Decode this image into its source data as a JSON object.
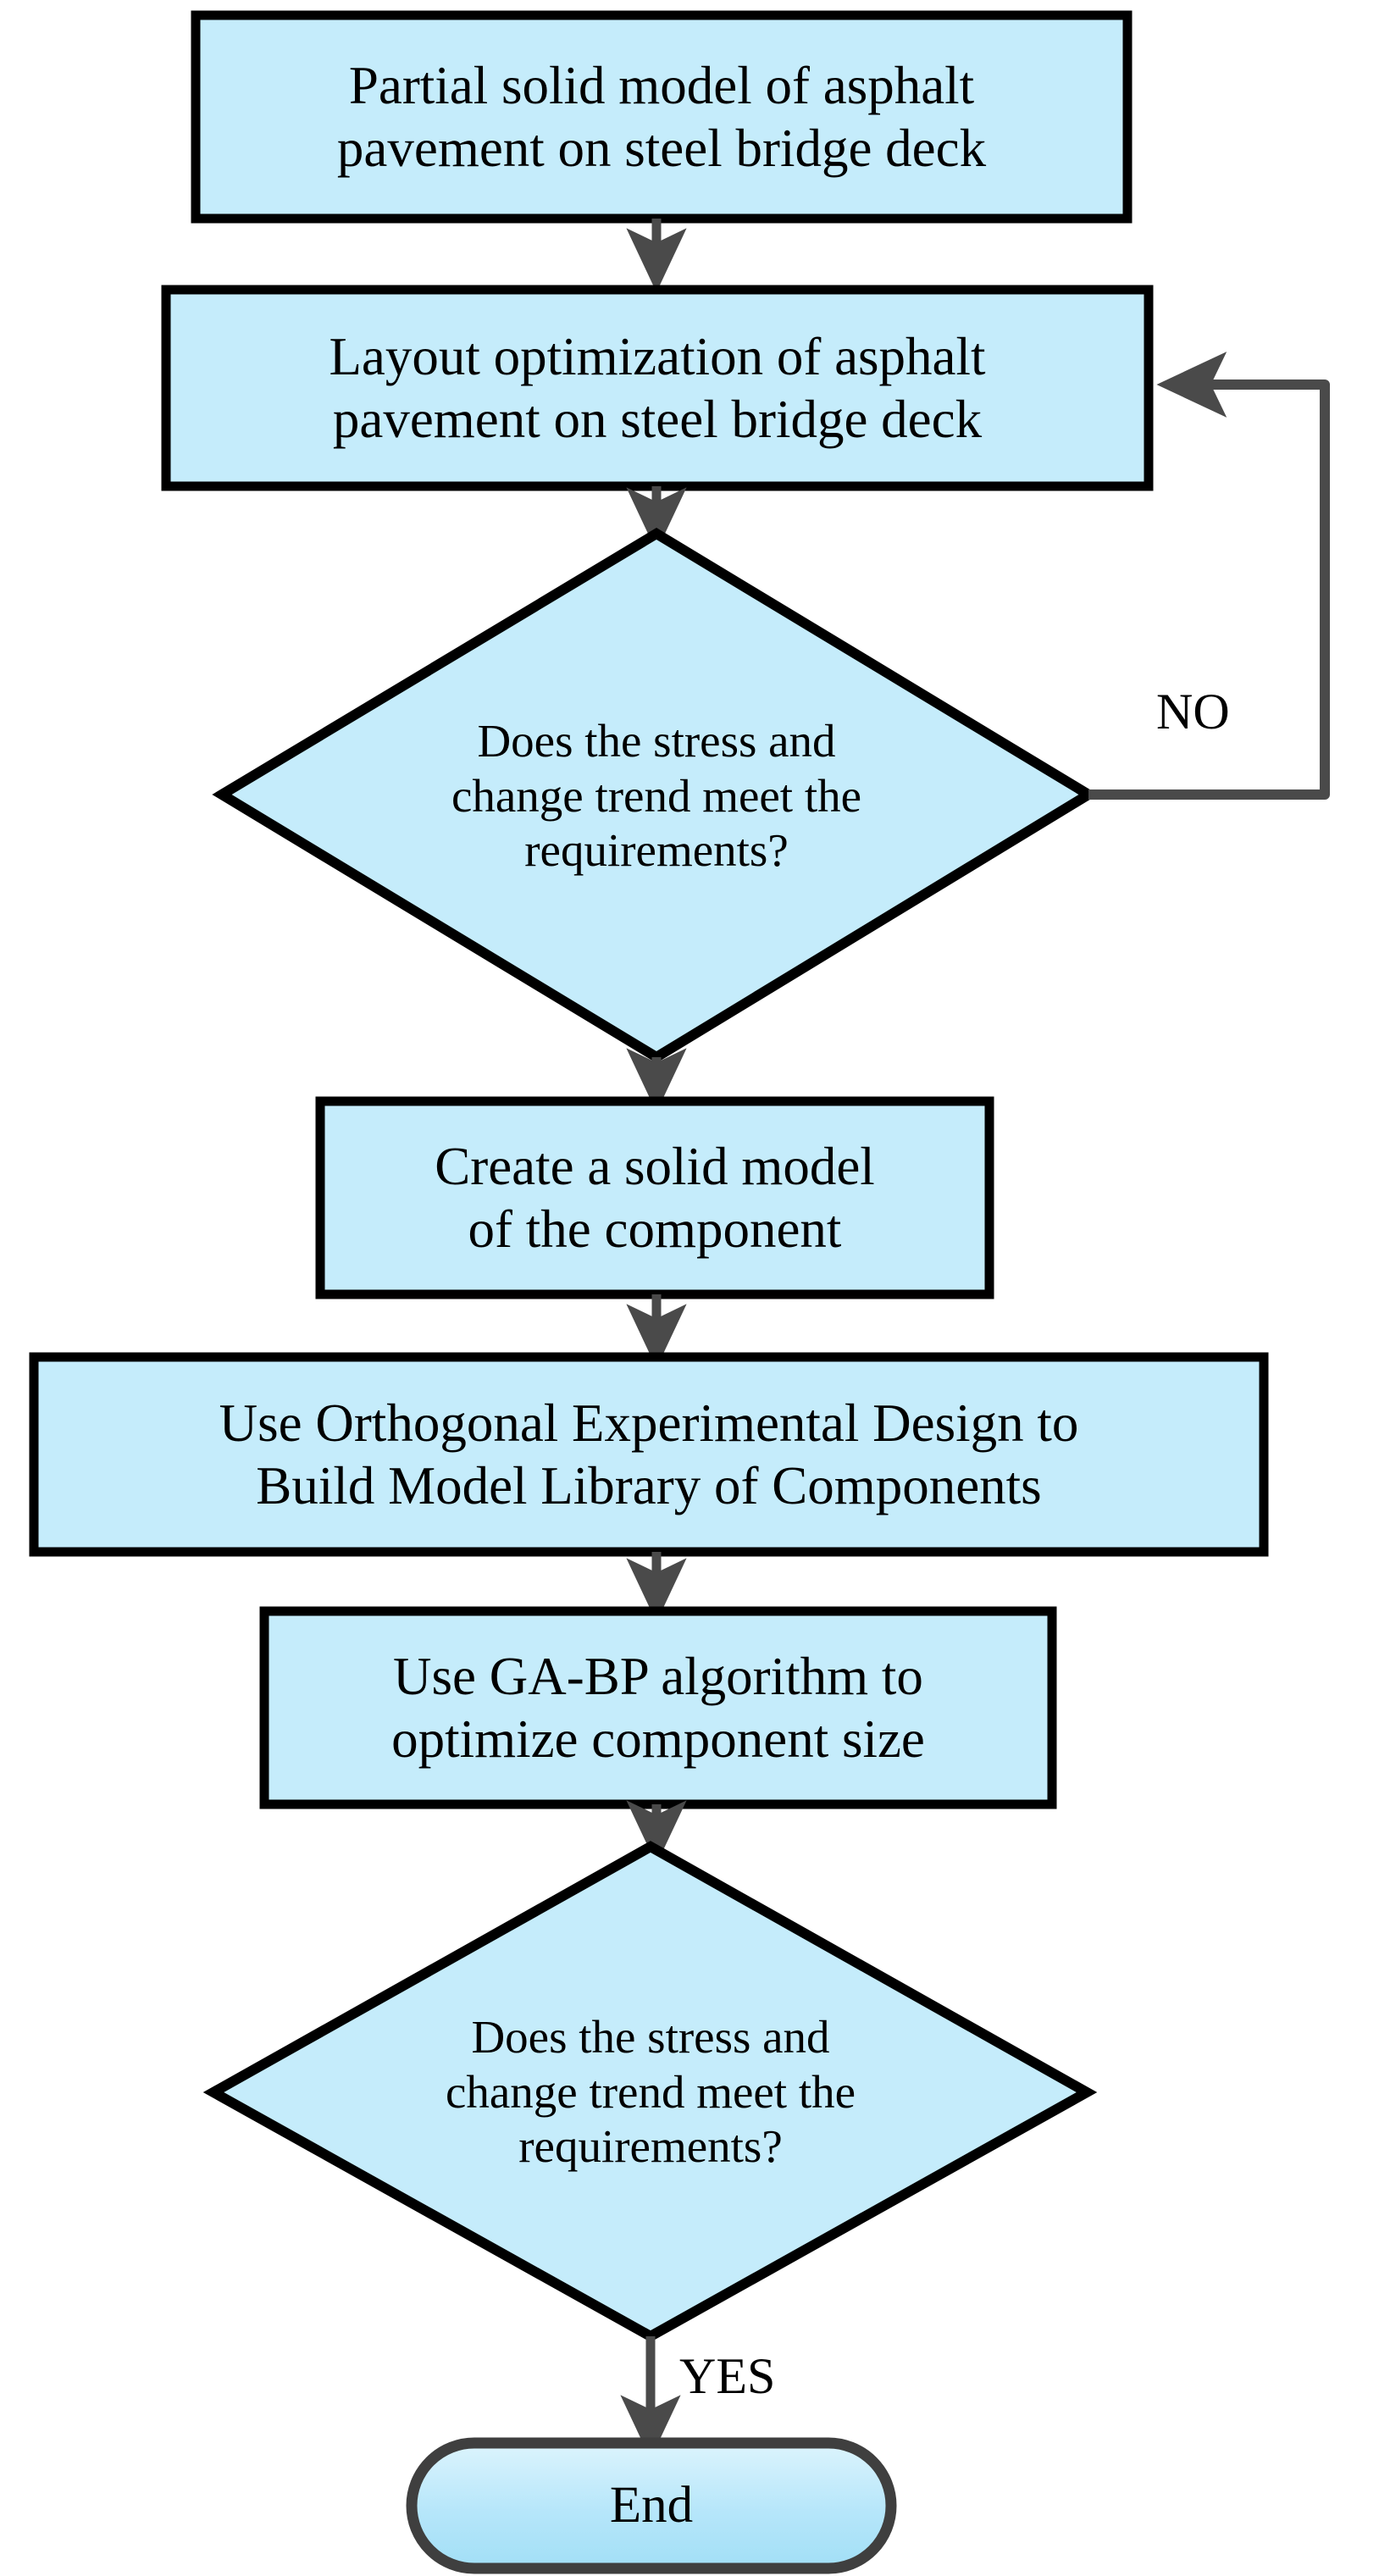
{
  "diagram": {
    "type": "flowchart",
    "title": "Asphalt pavement on steel bridge deck optimization workflow",
    "orientation": "top-to-bottom",
    "colors": {
      "node_fill": "#c5ecfb",
      "node_stroke": "#000000",
      "terminator_fill_top": "#d5f2fd",
      "terminator_fill_bottom": "#a8e1f7",
      "terminator_stroke": "#3f3f3f",
      "edge_color": "#4a4a4a",
      "text_color": "#000000",
      "background": "#ffffff"
    },
    "nodes": [
      {
        "id": "partial-solid-model",
        "shape": "process",
        "lines": [
          "Partial solid model of asphalt",
          "pavement on steel bridge deck"
        ],
        "text": "Partial solid model of asphalt\npavement on steel bridge deck"
      },
      {
        "id": "layout-optimization",
        "shape": "process",
        "lines": [
          "Layout optimization of asphalt",
          "pavement on steel bridge deck"
        ],
        "text": "Layout optimization of asphalt\npavement on steel bridge deck"
      },
      {
        "id": "decision-stress-1",
        "shape": "decision",
        "lines": [
          "Does the stress and",
          "change trend meet the",
          "requirements?"
        ],
        "text": "Does the stress and\nchange trend meet the\nrequirements?"
      },
      {
        "id": "create-solid-model",
        "shape": "process",
        "lines": [
          "Create a solid model",
          "of the component"
        ],
        "text": "Create a solid model\nof the component"
      },
      {
        "id": "orthogonal-experimental-design",
        "shape": "process",
        "lines": [
          "Use Orthogonal Experimental Design to",
          "Build Model Library of Components"
        ],
        "text": "Use Orthogonal Experimental Design to\nBuild Model Library of Components"
      },
      {
        "id": "ga-bp-algorithm",
        "shape": "process",
        "lines": [
          "Use GA-BP algorithm to",
          "optimize component size"
        ],
        "text": "Use GA-BP algorithm to\noptimize component size"
      },
      {
        "id": "decision-stress-2",
        "shape": "decision",
        "lines": [
          "Does the stress and",
          "change trend meet the",
          "requirements?"
        ],
        "text": "Does the stress and\nchange trend meet the\nrequirements?"
      },
      {
        "id": "end",
        "shape": "terminator",
        "lines": [
          "End"
        ],
        "text": "End"
      }
    ],
    "edge_labels": {
      "no": "NO",
      "yes": "YES"
    },
    "edges": [
      {
        "from": "partial-solid-model",
        "to": "layout-optimization",
        "label": ""
      },
      {
        "from": "layout-optimization",
        "to": "decision-stress-1",
        "label": ""
      },
      {
        "from": "decision-stress-1",
        "to": "layout-optimization",
        "label": "NO"
      },
      {
        "from": "decision-stress-1",
        "to": "create-solid-model",
        "label": ""
      },
      {
        "from": "create-solid-model",
        "to": "orthogonal-experimental-design",
        "label": ""
      },
      {
        "from": "orthogonal-experimental-design",
        "to": "ga-bp-algorithm",
        "label": ""
      },
      {
        "from": "ga-bp-algorithm",
        "to": "decision-stress-2",
        "label": ""
      },
      {
        "from": "decision-stress-2",
        "to": "end",
        "label": "YES"
      }
    ]
  }
}
